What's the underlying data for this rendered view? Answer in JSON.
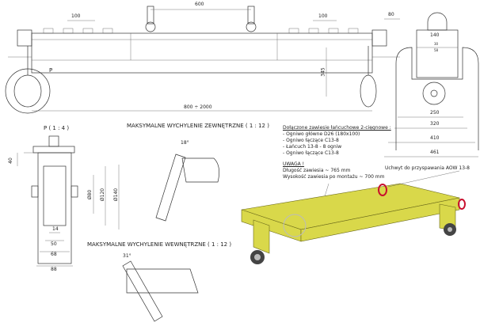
{
  "top_view": {
    "dims": {
      "span_600": "600",
      "left_100": "100",
      "right_100": "100",
      "end_80": "80",
      "height_345": "345",
      "length": "800 ÷ 2000"
    },
    "detail_label": "P"
  },
  "end_view": {
    "dims": [
      "140",
      "30",
      "58",
      "250",
      "320",
      "410",
      "461"
    ]
  },
  "detail_p": {
    "title": "P ( 1 : 4 )",
    "dims": {
      "d40": "40",
      "d80": "Ø80",
      "d120": "Ø120",
      "d140": "Ø140",
      "w14": "14",
      "w50": "50",
      "w68": "68",
      "w88": "88"
    }
  },
  "outer_tilt": {
    "title": "MAKSYMALNE WYCHYLENIE ZEWNĘTRZNE ( 1 : 12 )",
    "angle": "18°"
  },
  "inner_tilt": {
    "title": "MAKSYMALNE WYCHYLENIE WEWNĘTRZNE ( 1 : 12 )",
    "angle": "31°"
  },
  "notes": {
    "sling_title": "Dołączone zawiesie łańcuchowe 2-cięgnowe :",
    "sling_items": [
      "- Ogniwo główne D26 (180x100)",
      "- Ogniwo łączące C13-8",
      "- Łańcuch 13-8 - 8 ogniw",
      "- Ogniwo łączące C13-8"
    ],
    "warning_title": "UWAGA !",
    "warning_items": [
      "Długość zawiesia ~ 765 mm",
      "Wysokość zawiesia po montażu ~ 700 mm"
    ],
    "weld_label": "Uchwyt do przyspawania AOW 13-8"
  },
  "colors": {
    "beam": "#d9d84a",
    "lug": "#c8102e"
  }
}
